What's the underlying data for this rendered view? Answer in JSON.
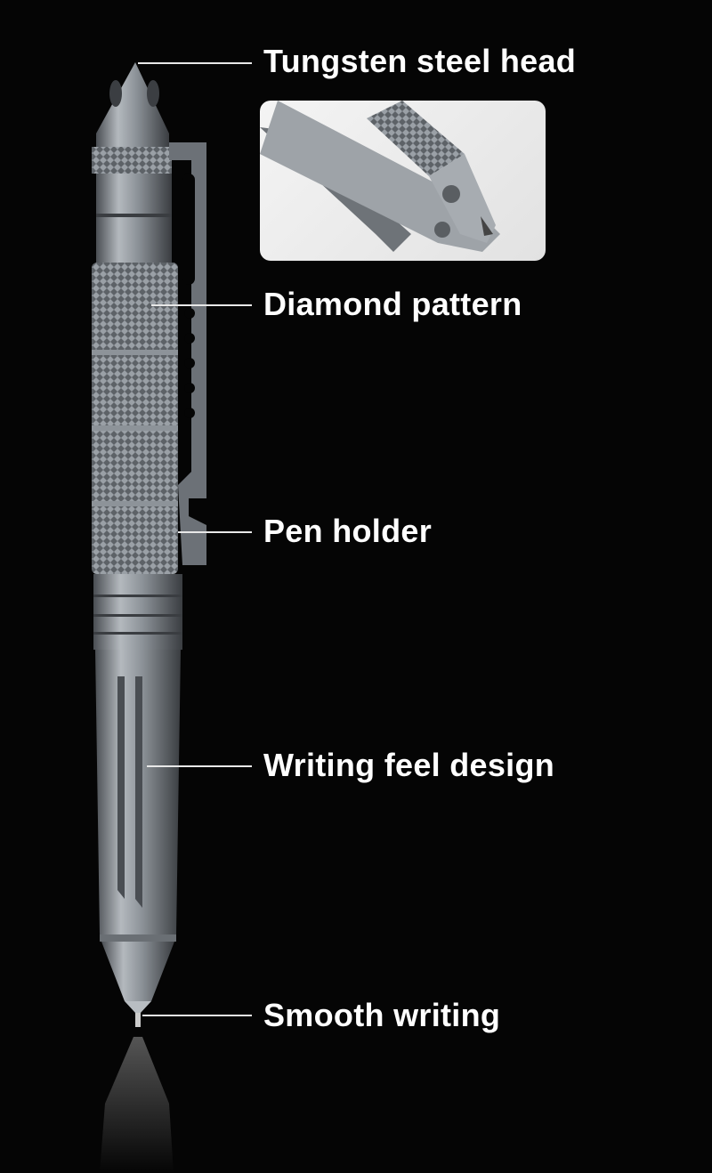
{
  "callouts": [
    {
      "label": "Tungsten steel head"
    },
    {
      "label": "Diamond pattern"
    },
    {
      "label": "Pen holder"
    },
    {
      "label": "Writing feel design"
    },
    {
      "label": "Smooth writing"
    }
  ],
  "colors": {
    "background": "#050505",
    "text": "#ffffff",
    "metal": "#8e949a"
  }
}
